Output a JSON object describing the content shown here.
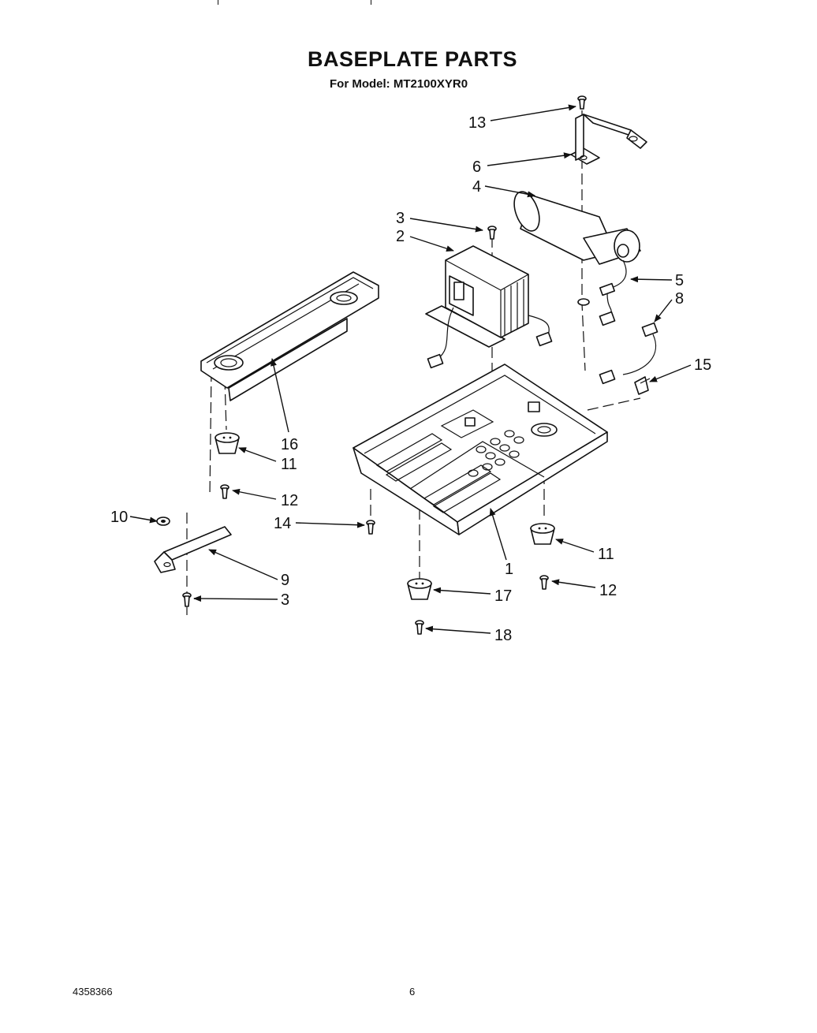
{
  "header": {
    "title": "BASEPLATE PARTS",
    "subtitle": "For Model: MT2100XYR0"
  },
  "footer": {
    "doc_number": "4358366",
    "page_number": "6"
  },
  "callouts": {
    "c1": "1",
    "c2": "2",
    "c3a": "3",
    "c3b": "3",
    "c4": "4",
    "c5": "5",
    "c6": "6",
    "c8": "8",
    "c9": "9",
    "c10": "10",
    "c11a": "11",
    "c11b": "11",
    "c12a": "12",
    "c12b": "12",
    "c13": "13",
    "c14": "14",
    "c15": "15",
    "c16": "16",
    "c17": "17",
    "c18": "18"
  }
}
